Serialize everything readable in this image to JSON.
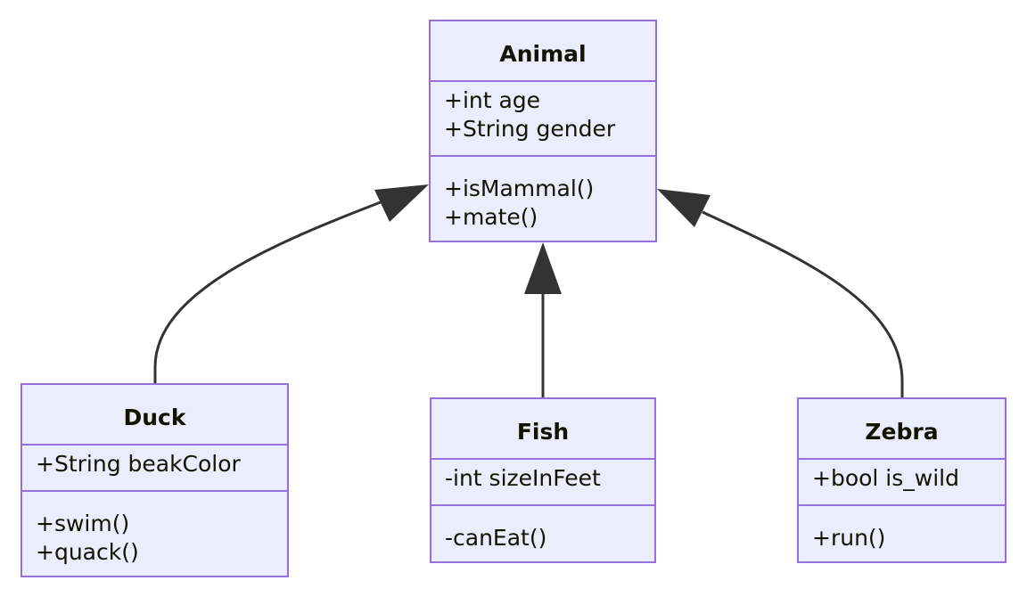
{
  "diagram": {
    "type": "UML class diagram",
    "colors": {
      "class_fill": "#ECECFF",
      "class_border": "#9370DB",
      "edge": "#333333",
      "text": "#131300"
    },
    "classes": {
      "animal": {
        "name": "Animal",
        "attributes": [
          "+int age",
          "+String gender"
        ],
        "methods": [
          "+isMammal()",
          "+mate()"
        ]
      },
      "duck": {
        "name": "Duck",
        "attributes": [
          "+String beakColor"
        ],
        "methods": [
          "+swim()",
          "+quack()"
        ]
      },
      "fish": {
        "name": "Fish",
        "attributes": [
          "-int sizeInFeet"
        ],
        "methods": [
          "-canEat()"
        ]
      },
      "zebra": {
        "name": "Zebra",
        "attributes": [
          "+bool is_wild"
        ],
        "methods": [
          "+run()"
        ]
      }
    },
    "relations": [
      {
        "from": "Duck",
        "to": "Animal",
        "type": "inheritance"
      },
      {
        "from": "Fish",
        "to": "Animal",
        "type": "inheritance"
      },
      {
        "from": "Zebra",
        "to": "Animal",
        "type": "inheritance"
      }
    ]
  }
}
